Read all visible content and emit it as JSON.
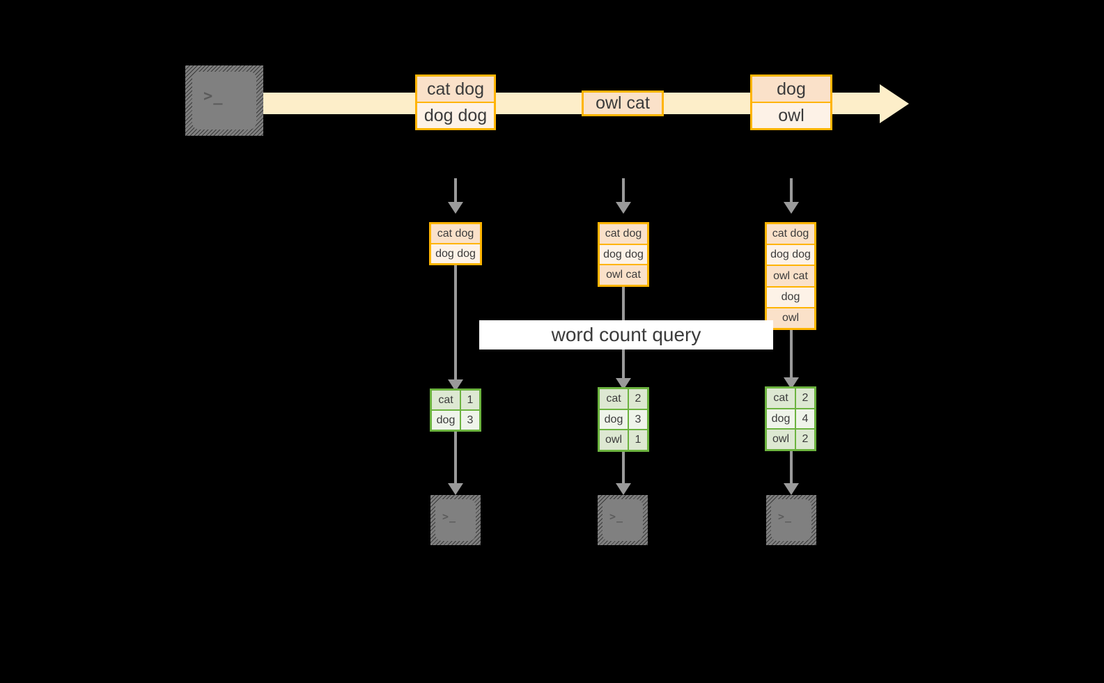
{
  "diagram": {
    "title": "word count query",
    "colors": {
      "background": "#000000",
      "stream_fill": "#fdeec9",
      "event_border": "#ffb400",
      "event_fill_dark": "#fae1c9",
      "event_fill_light": "#fdf2e7",
      "result_border": "#6cb33f",
      "result_fill_dark": "#dde8d2",
      "result_fill_light": "#eff4ea",
      "connector": "#9a9a9a",
      "terminal_fill": "#808080",
      "label_fill": "#ffffff"
    },
    "source": {
      "icon": "terminal-icon",
      "glyph": ">_"
    },
    "stream": {
      "events": [
        {
          "name": "event-group-1",
          "rows": [
            {
              "text": "cat dog",
              "shade": "dark"
            },
            {
              "text": "dog dog",
              "shade": "light"
            }
          ]
        },
        {
          "name": "event-group-2",
          "rows": [
            {
              "text": "owl cat",
              "shade": "dark"
            }
          ]
        },
        {
          "name": "event-group-3",
          "rows": [
            {
              "text": "dog",
              "shade": "dark"
            },
            {
              "text": "owl",
              "shade": "light"
            }
          ]
        }
      ]
    },
    "snapshots": [
      {
        "name": "snapshot-1",
        "input_rows": [
          {
            "text": "cat dog",
            "shade": "dark"
          },
          {
            "text": "dog dog",
            "shade": "light"
          }
        ],
        "result_rows": [
          {
            "key": "cat",
            "value": "1",
            "shade": "dark"
          },
          {
            "key": "dog",
            "value": "3",
            "shade": "light"
          }
        ],
        "sink": {
          "icon": "terminal-icon",
          "glyph": ">_"
        }
      },
      {
        "name": "snapshot-2",
        "input_rows": [
          {
            "text": "cat dog",
            "shade": "dark"
          },
          {
            "text": "dog dog",
            "shade": "light"
          },
          {
            "text": "owl cat",
            "shade": "dark"
          }
        ],
        "result_rows": [
          {
            "key": "cat",
            "value": "2",
            "shade": "dark"
          },
          {
            "key": "dog",
            "value": "3",
            "shade": "light"
          },
          {
            "key": "owl",
            "value": "1",
            "shade": "dark"
          }
        ],
        "sink": {
          "icon": "terminal-icon",
          "glyph": ">_"
        }
      },
      {
        "name": "snapshot-3",
        "input_rows": [
          {
            "text": "cat dog",
            "shade": "dark"
          },
          {
            "text": "dog dog",
            "shade": "light"
          },
          {
            "text": "owl cat",
            "shade": "dark"
          },
          {
            "text": "dog",
            "shade": "light"
          },
          {
            "text": "owl",
            "shade": "dark"
          }
        ],
        "result_rows": [
          {
            "key": "cat",
            "value": "2",
            "shade": "dark"
          },
          {
            "key": "dog",
            "value": "4",
            "shade": "light"
          },
          {
            "key": "owl",
            "value": "2",
            "shade": "dark"
          }
        ],
        "sink": {
          "icon": "terminal-icon",
          "glyph": ">_"
        }
      }
    ]
  }
}
